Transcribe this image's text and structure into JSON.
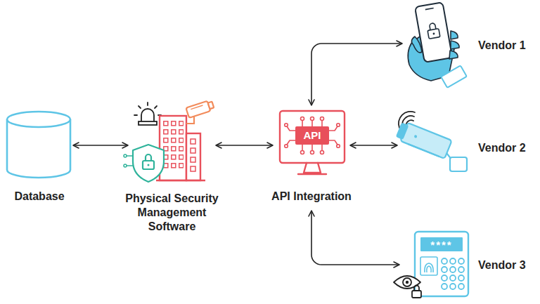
{
  "diagram": {
    "nodes": [
      {
        "text": [
          "Database"
        ]
      },
      {
        "text": [
          "Physical Security Management Software"
        ]
      },
      {
        "text": [
          "API",
          "API Integration"
        ]
      },
      {
        "text": [
          "Vendor 1"
        ]
      },
      {
        "text": [
          "Vendor 2"
        ]
      },
      {
        "text": [
          "Vendor 3"
        ]
      }
    ],
    "edges": [
      {
        "from": 0,
        "to": 1,
        "arrow": "both"
      },
      {
        "from": 1,
        "to": 2,
        "arrow": "both"
      },
      {
        "from": 2,
        "to": 3,
        "arrow": "both"
      },
      {
        "from": 2,
        "to": 4,
        "arrow": "both"
      },
      {
        "from": 2,
        "to": 5,
        "arrow": "both"
      }
    ],
    "labels": [
      "****"
    ]
  }
}
